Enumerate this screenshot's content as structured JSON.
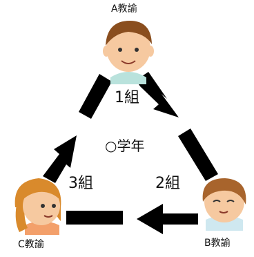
{
  "teachers": {
    "a": {
      "label": "A教諭"
    },
    "b": {
      "label": "B教諭"
    },
    "c": {
      "label": "C教諭"
    }
  },
  "classes": {
    "one": "1組",
    "two": "2組",
    "three": "3組"
  },
  "center": {
    "label": "○学年"
  },
  "colors": {
    "arrow": "#000000",
    "skin": "#f6c9a0",
    "hair_a": "#8a4e1e",
    "hair_b": "#a8642c",
    "hair_c": "#d98a2c",
    "shirt_a": "#b9e2dc",
    "shirt_c": "#f3a06b"
  }
}
